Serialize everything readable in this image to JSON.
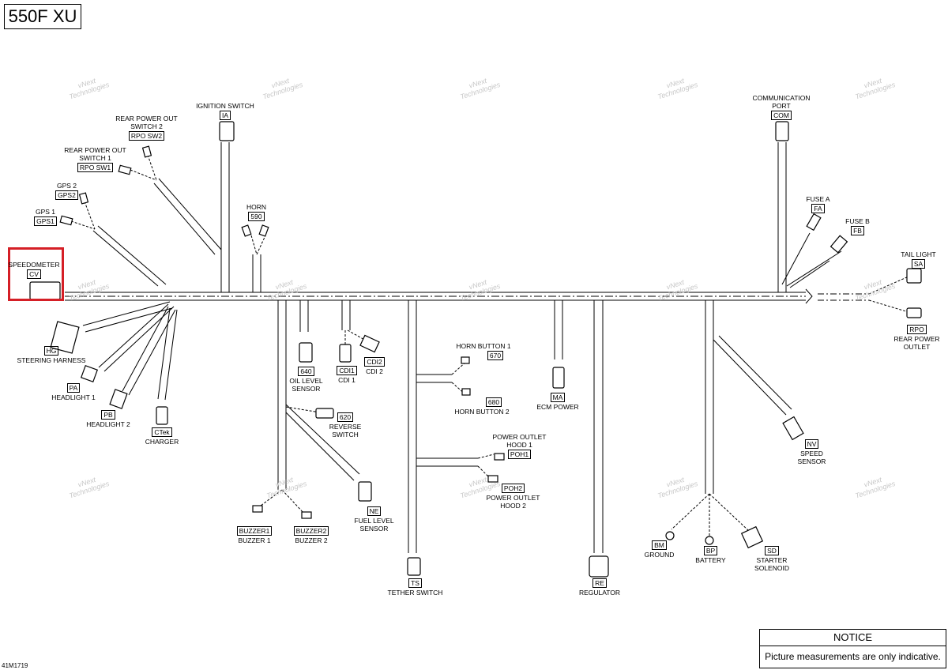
{
  "model": "550F XU",
  "figure_ref": "41M1719",
  "watermark": {
    "line1": "vNext",
    "line2": "Technologies"
  },
  "notice": {
    "title": "NOTICE",
    "text": "Picture measurements are only indicative."
  },
  "highlight_color": "#d51f26",
  "components": [
    {
      "id": "speedometer",
      "name": "SPEEDOMETER",
      "code": "CV"
    },
    {
      "id": "ignition-switch",
      "name": "IGNITION SWITCH",
      "code": "IA"
    },
    {
      "id": "rear-power-out-switch-2",
      "name": "REAR POWER OUT SWITCH 2",
      "code": "RPO SW2"
    },
    {
      "id": "rear-power-out-switch-1",
      "name": "REAR POWER OUT SWITCH 1",
      "code": "RPO SW1"
    },
    {
      "id": "gps-2",
      "name": "GPS 2",
      "code": "GPS2"
    },
    {
      "id": "gps-1",
      "name": "GPS 1",
      "code": "GPS1"
    },
    {
      "id": "horn",
      "name": "HORN",
      "code": "590"
    },
    {
      "id": "communication-port",
      "name": "COMMUNICATION PORT",
      "code": "COM"
    },
    {
      "id": "fuse-a",
      "name": "FUSE A",
      "code": "FA"
    },
    {
      "id": "fuse-b",
      "name": "FUSE B",
      "code": "FB"
    },
    {
      "id": "tail-light",
      "name": "TAIL LIGHT",
      "code": "SA"
    },
    {
      "id": "rear-power-outlet",
      "name": "REAR POWER OUTLET",
      "code": "RPO"
    },
    {
      "id": "steering-harness",
      "name": "STEERING HARNESS",
      "code": "HG"
    },
    {
      "id": "headlight-1",
      "name": "HEADLIGHT 1",
      "code": "PA"
    },
    {
      "id": "headlight-2",
      "name": "HEADLIGHT 2",
      "code": "PB"
    },
    {
      "id": "charger",
      "name": "CHARGER",
      "code": "CTek"
    },
    {
      "id": "oil-level-sensor",
      "name": "OIL LEVEL SENSOR",
      "code": "640"
    },
    {
      "id": "cdi-1",
      "name": "CDI 1",
      "code": "CDI1"
    },
    {
      "id": "cdi-2",
      "name": "CDI 2",
      "code": "CDI2"
    },
    {
      "id": "horn-button-1",
      "name": "HORN BUTTON 1",
      "code": "670"
    },
    {
      "id": "horn-button-2",
      "name": "HORN BUTTON 2",
      "code": "680"
    },
    {
      "id": "ecm-power",
      "name": "ECM POWER",
      "code": "MA"
    },
    {
      "id": "reverse-switch",
      "name": "REVERSE SWITCH",
      "code": "620"
    },
    {
      "id": "power-outlet-hood-1",
      "name": "POWER OUTLET HOOD 1",
      "code": "POH1"
    },
    {
      "id": "power-outlet-hood-2",
      "name": "POWER OUTLET HOOD 2",
      "code": "POH2"
    },
    {
      "id": "speed-sensor",
      "name": "SPEED SENSOR",
      "code": "NV"
    },
    {
      "id": "fuel-level-sensor",
      "name": "FUEL LEVEL SENSOR",
      "code": "NE"
    },
    {
      "id": "buzzer-1",
      "name": "BUZZER 1",
      "code": "BUZZER1"
    },
    {
      "id": "buzzer-2",
      "name": "BUZZER 2",
      "code": "BUZZER2"
    },
    {
      "id": "tether-switch",
      "name": "TETHER SWITCH",
      "code": "TS"
    },
    {
      "id": "regulator",
      "name": "REGULATOR",
      "code": "RE"
    },
    {
      "id": "ground",
      "name": "GROUND",
      "code": "BM"
    },
    {
      "id": "battery",
      "name": "BATTERY",
      "code": "BP"
    },
    {
      "id": "starter-solenoid",
      "name": "STARTER SOLENOID",
      "code": "SD"
    }
  ]
}
